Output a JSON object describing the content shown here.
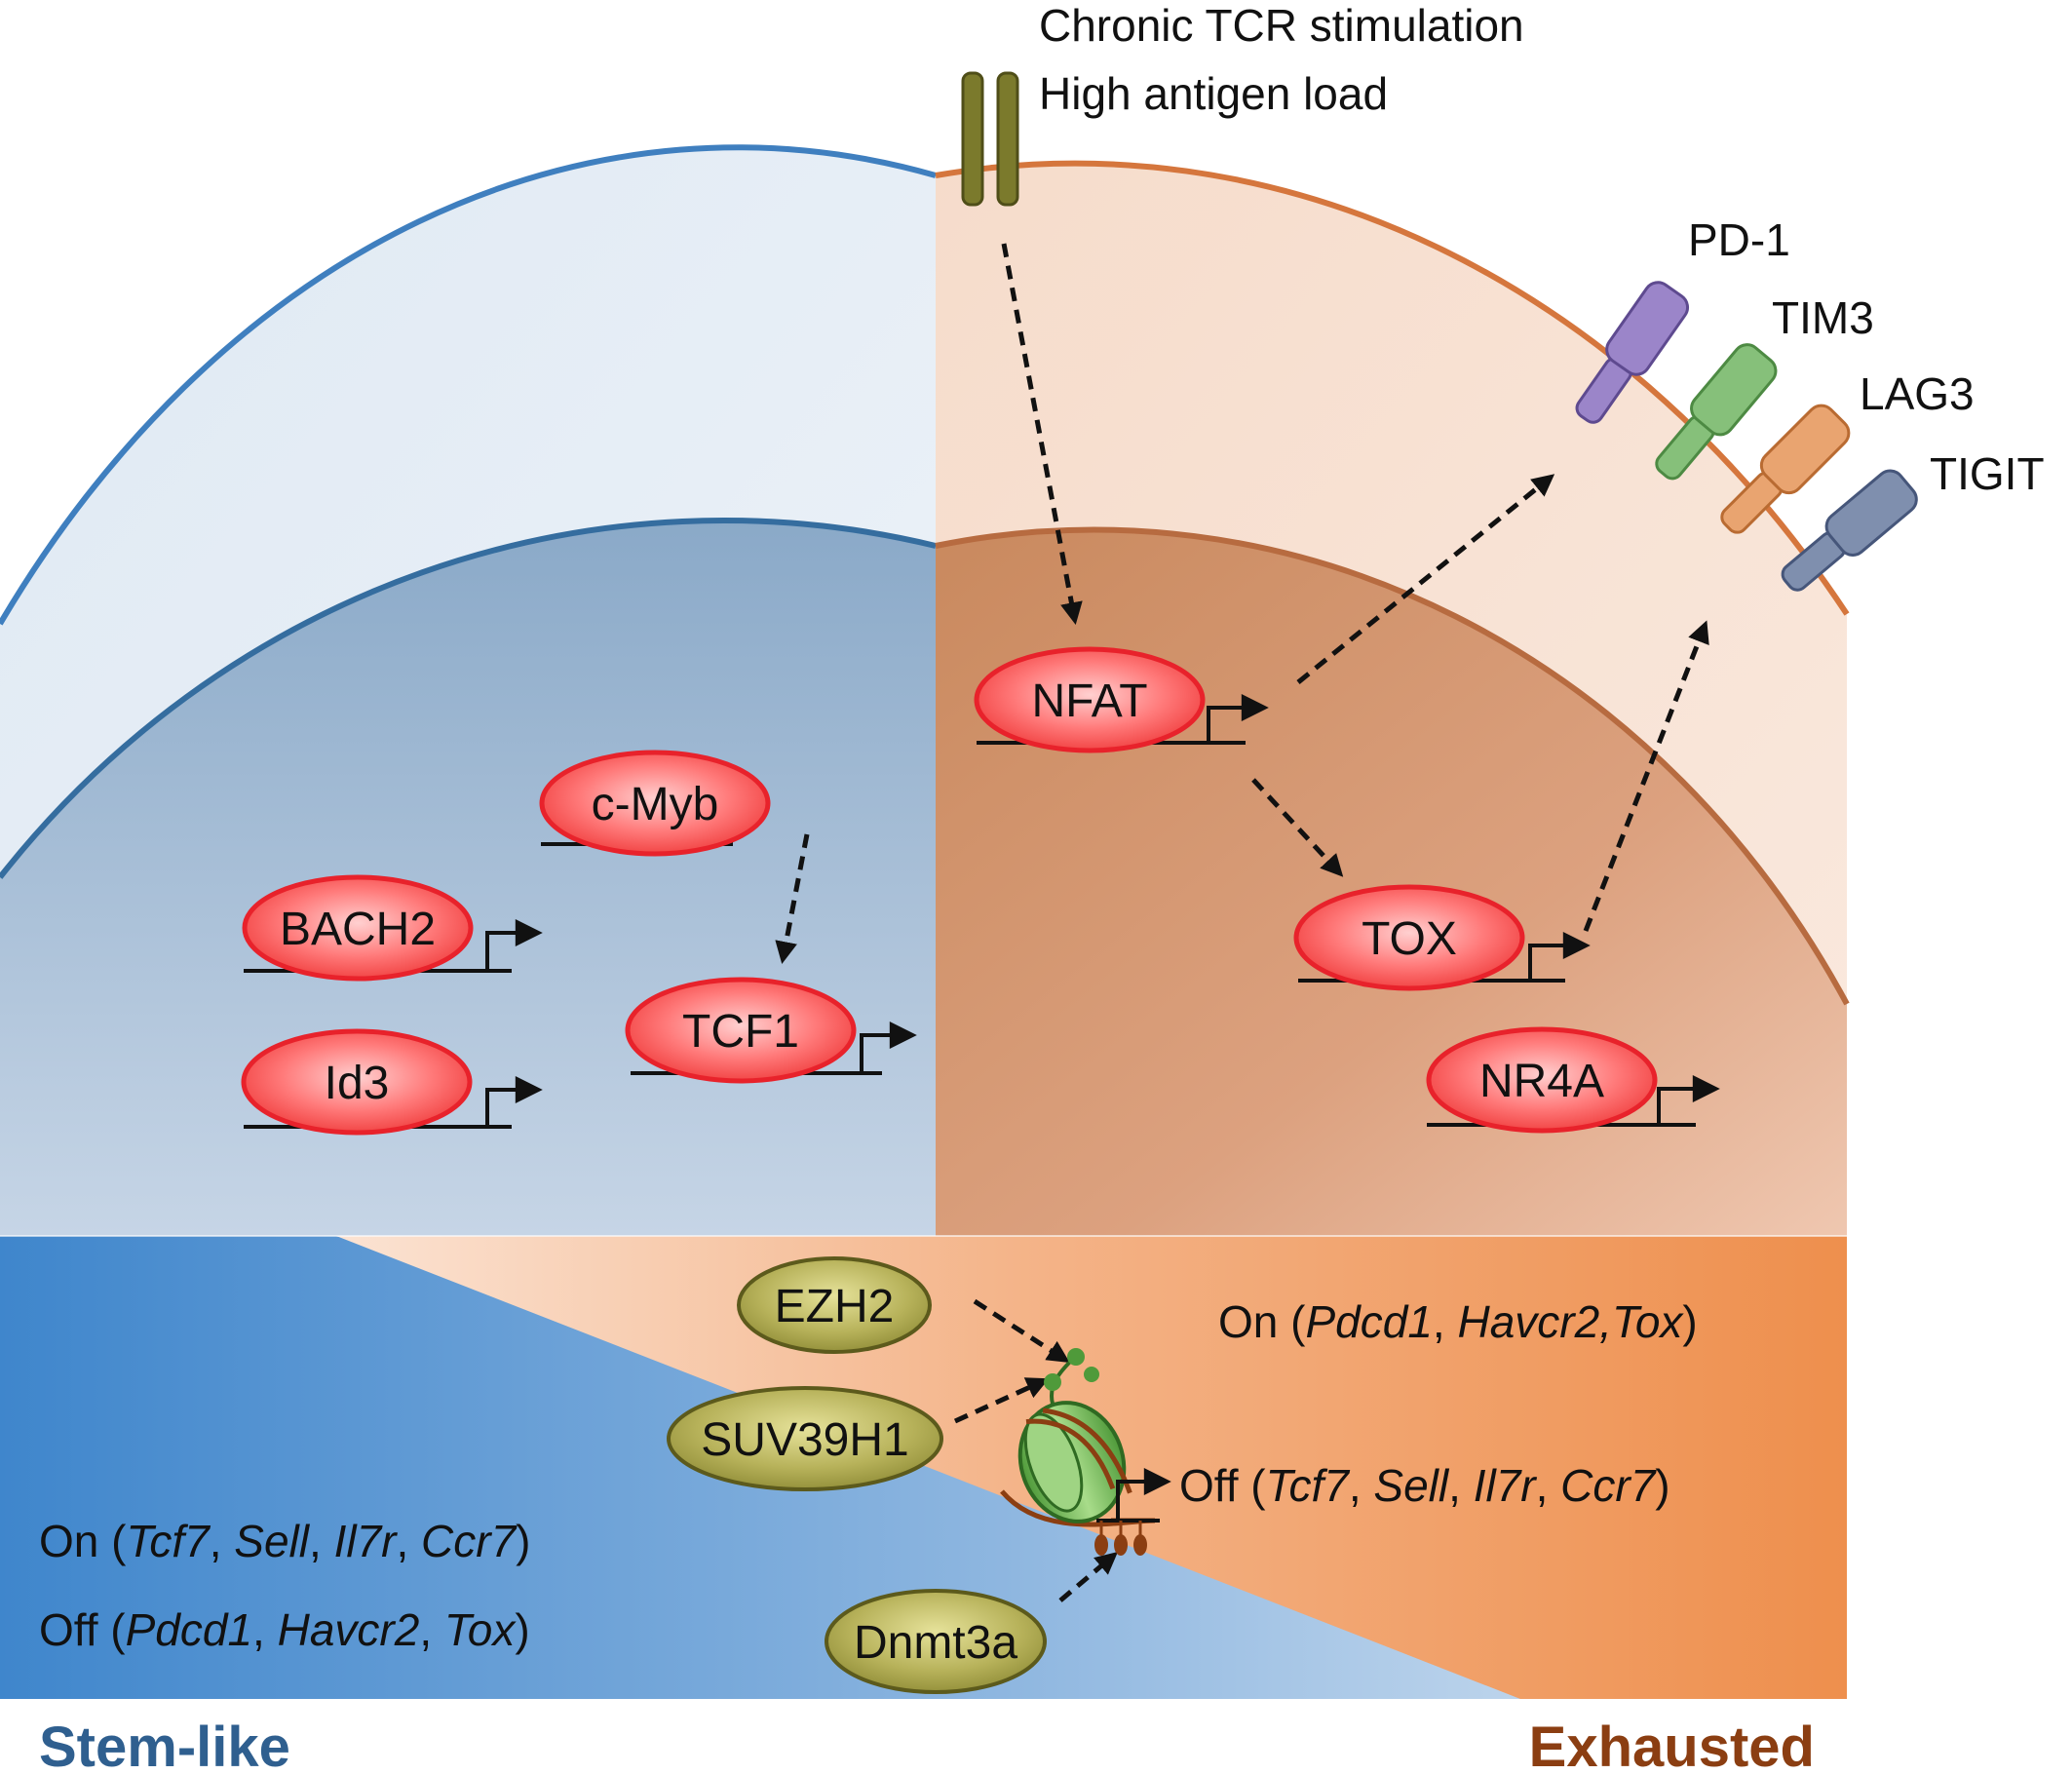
{
  "stimulus": {
    "line1": "Chronic TCR stimulation",
    "line2": "High antigen load"
  },
  "receptors": [
    {
      "label": "PD-1",
      "color": "#9b85c9"
    },
    {
      "label": "TIM3",
      "color": "#86c07a"
    },
    {
      "label": "LAG3",
      "color": "#e9a470"
    },
    {
      "label": "TIGIT",
      "color": "#7f8fae"
    }
  ],
  "stem_factors": [
    "c-Myb",
    "BACH2",
    "TCF1",
    "Id3"
  ],
  "exhausted_factors": [
    "NFAT",
    "TOX",
    "NR4A"
  ],
  "epigenetic_modifiers": [
    "EZH2",
    "SUV39H1",
    "Dnmt3a"
  ],
  "stem_state": {
    "on_label": "On (",
    "off_label": "Off (",
    "on_genes": [
      {
        "name": "Tcf7",
        "sep": ", "
      },
      {
        "name": "Sell",
        "sep": ", "
      },
      {
        "name": "Il7r",
        "sep": ", "
      },
      {
        "name": "Ccr7",
        "sep": ")"
      }
    ],
    "off_genes": [
      {
        "name": "Pdcd1",
        "sep": ", "
      },
      {
        "name": "Havcr2",
        "sep": ", "
      },
      {
        "name": "Tox",
        "sep": ")"
      }
    ]
  },
  "exhausted_state": {
    "on_label": "On (",
    "off_label": "Off (",
    "on_genes": [
      {
        "name": "Pdcd1",
        "sep": ", "
      },
      {
        "name": "Havcr2,",
        "sep": ""
      },
      {
        "name": "Tox",
        "sep": ")"
      }
    ],
    "off_genes": [
      {
        "name": "Tcf7",
        "sep": ", "
      },
      {
        "name": "Sell",
        "sep": ", "
      },
      {
        "name": "Il7r",
        "sep": ", "
      },
      {
        "name": "Ccr7",
        "sep": ")"
      }
    ]
  },
  "panels": {
    "stem_title": "Stem-like",
    "exhausted_title": "Exhausted"
  },
  "colors": {
    "stem_blue": "#2f6fb0",
    "exhausted_brown": "#8b3e12",
    "tf_red": "#e8222b",
    "modifier_olive": "#8a8a2c"
  }
}
